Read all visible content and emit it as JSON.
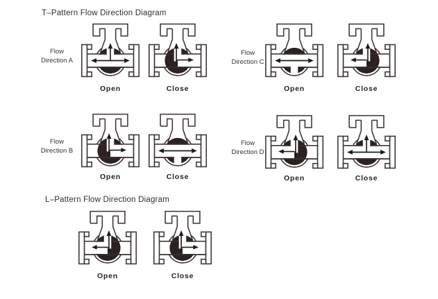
{
  "colors": {
    "line": "#3a3231",
    "ball": "#2b2221",
    "arrow": "#1c1c1c",
    "text": "#333333",
    "title": "#2e2e2e"
  },
  "sections": [
    {
      "title": "T–Pattern Flow Direction Diagram",
      "groups": [
        {
          "id": "a",
          "label_lines": [
            "Flow",
            "Direction A"
          ],
          "valves": [
            {
              "state": "Open",
              "ports": "left-right-up"
            },
            {
              "state": "Close",
              "ports": "up-right"
            }
          ]
        },
        {
          "id": "c",
          "label_lines": [
            "Flow",
            "Direction C"
          ],
          "valves": [
            {
              "state": "Open",
              "ports": "left-right"
            },
            {
              "state": "Close",
              "ports": "up-left"
            }
          ]
        },
        {
          "id": "b",
          "label_lines": [
            "Flow",
            "Direction B"
          ],
          "valves": [
            {
              "state": "Open",
              "ports": "up-right"
            },
            {
              "state": "Close",
              "ports": "left-right"
            }
          ]
        },
        {
          "id": "d",
          "label_lines": [
            "Flow",
            "Direction D"
          ],
          "valves": [
            {
              "state": "Open",
              "ports": "up-left"
            },
            {
              "state": "Close",
              "ports": "left-right-up"
            }
          ]
        }
      ]
    },
    {
      "title": "L–Pattern Flow Direction Diagram",
      "groups": [
        {
          "id": "l",
          "label_lines": [],
          "valves": [
            {
              "state": "Open",
              "ports": "up-left"
            },
            {
              "state": "Close",
              "ports": "up-right"
            }
          ]
        }
      ]
    }
  ]
}
